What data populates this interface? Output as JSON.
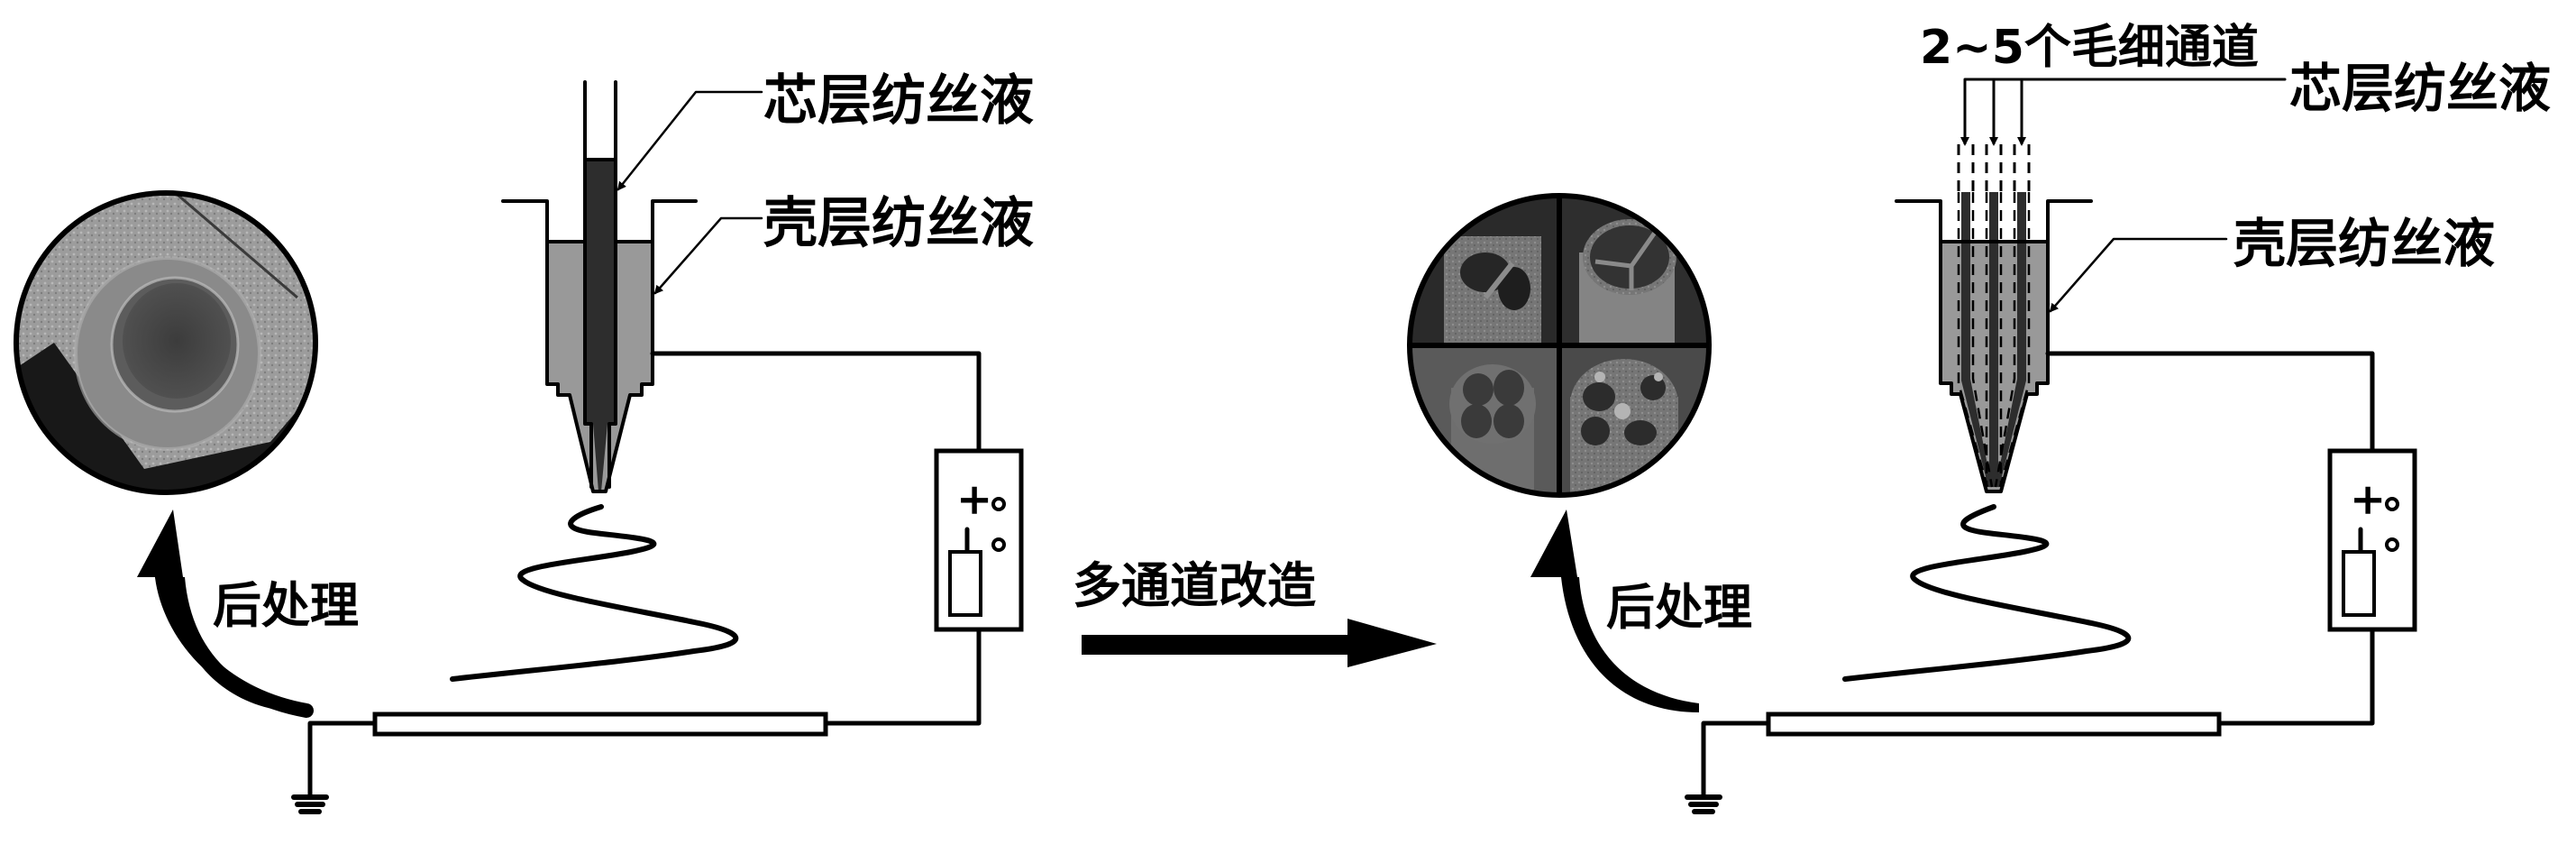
{
  "diagram": {
    "title": "",
    "left_panel": {
      "name": "coaxial electrospinning",
      "labels": {
        "core_solution": "芯层纺丝液",
        "shell_solution": "壳层纺丝液",
        "post_treatment": "后处理"
      },
      "sem_image": "hollow-fiber-cross-section",
      "power_supply": {
        "plus": "+",
        "minus": "|"
      }
    },
    "transition": {
      "label": "多通道改造"
    },
    "right_panel": {
      "name": "multi-channel electrospinning",
      "labels": {
        "capillary_count": "2~5个毛细通道",
        "core_solution": "芯层纺丝液",
        "shell_solution": "壳层纺丝液",
        "post_treatment": "后处理"
      },
      "channel_count_drawn": 3,
      "sem_images": [
        "two-channel-tube",
        "three-channel-tube",
        "four-channel-tube",
        "four-channel-tube-with-particles"
      ],
      "power_supply": {
        "plus": "+",
        "minus": "|"
      }
    },
    "colors": {
      "ink": "#000000",
      "shell_fluid": "#999999",
      "core_fluid": "#2d2d2d",
      "sem_dark": "#1c1c1c",
      "sem_mid": "#6a6a6a",
      "sem_light": "#9a9a9a"
    }
  }
}
